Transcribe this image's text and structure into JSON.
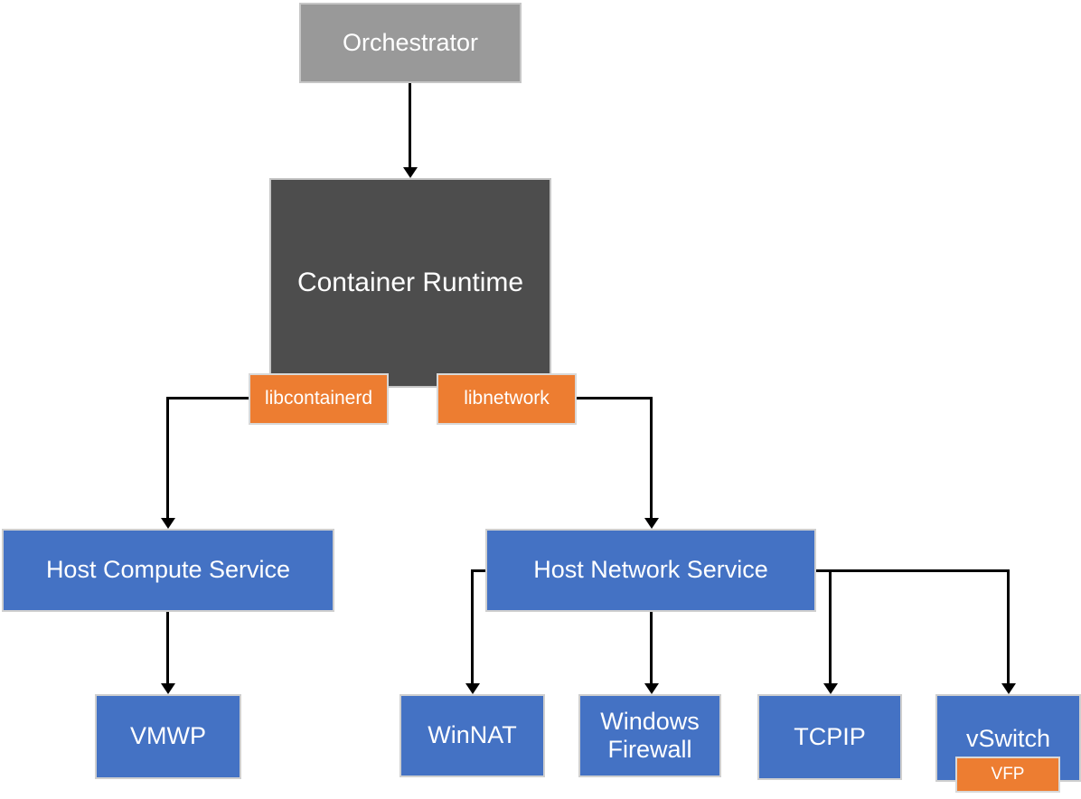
{
  "diagram": {
    "description": "Windows container networking architecture diagram",
    "colors": {
      "blue": "#4472c4",
      "orange": "#ed7d31",
      "gray": "#999999",
      "dark": "#4d4d4d",
      "connector": "#000000"
    },
    "nodes": {
      "orchestrator": {
        "label": "Orchestrator"
      },
      "container_runtime": {
        "label": "Container Runtime"
      },
      "libcontainerd": {
        "label": "libcontainerd"
      },
      "libnetwork": {
        "label": "libnetwork"
      },
      "host_compute_service": {
        "label": "Host Compute Service"
      },
      "host_network_service": {
        "label": "Host Network Service"
      },
      "vmwp": {
        "label": "VMWP"
      },
      "winnat": {
        "label": "WinNAT"
      },
      "windows_firewall": {
        "label": "Windows Firewall"
      },
      "tcpip": {
        "label": "TCPIP"
      },
      "vswitch": {
        "label": "vSwitch"
      },
      "vfp": {
        "label": "VFP"
      }
    },
    "edges": [
      {
        "from": "orchestrator",
        "to": "container_runtime"
      },
      {
        "from": "container_runtime",
        "via": "libcontainerd",
        "to": "host_compute_service"
      },
      {
        "from": "container_runtime",
        "via": "libnetwork",
        "to": "host_network_service"
      },
      {
        "from": "host_compute_service",
        "to": "vmwp"
      },
      {
        "from": "host_network_service",
        "to": "winnat"
      },
      {
        "from": "host_network_service",
        "to": "windows_firewall"
      },
      {
        "from": "host_network_service",
        "to": "tcpip"
      },
      {
        "from": "host_network_service",
        "to": "vswitch"
      }
    ]
  }
}
